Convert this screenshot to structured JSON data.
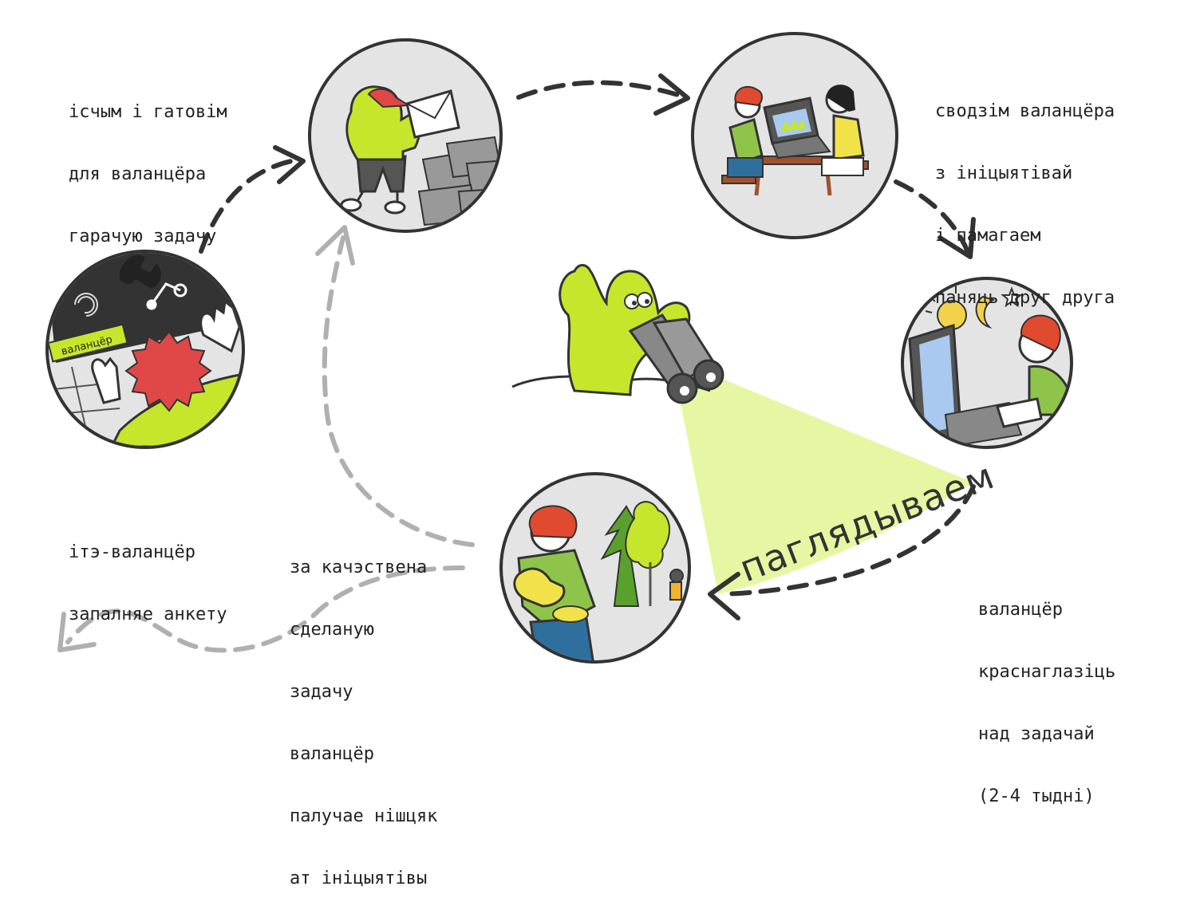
{
  "palette": {
    "lime": "#c6e62b",
    "lime_light": "#e6f7a3",
    "circle_fill": "#e4e4e4",
    "ink": "#333333",
    "gray_arrow": "#b0b0b0",
    "hair_red": "#e04a2f",
    "blob_red": "#e04848",
    "jeans": "#2f6f9e",
    "sky": "#a9c9f0"
  },
  "captions": {
    "find_task": [
      "ісчым і гатовім",
      "для валанцёра",
      "гарачую задачу"
    ],
    "connect": [
      "сводзім валанцёра",
      "з ініцыятівай",
      "і памагаем",
      "паняць друг друга"
    ],
    "questionnaire": [
      "ітэ-валанцёр",
      "запалняе анкету"
    ],
    "reward": [
      "за качэствена",
      "сделаную",
      "задачу",
      "валанцёр",
      "палучае нішцяк",
      "ат ініцыятівы"
    ],
    "work": [
      "валанцёр",
      "краснаглазіць",
      "над задачай",
      "(2-4 тыдні)"
    ]
  },
  "arc_label": "паглядываем",
  "badge_label": "валанцёр",
  "icons": [
    "cactus-mascot-icon",
    "binoculars-icon",
    "envelope-icon",
    "laptop-icon",
    "sun-icon",
    "moon-icon",
    "star-icon",
    "tree-icon"
  ]
}
